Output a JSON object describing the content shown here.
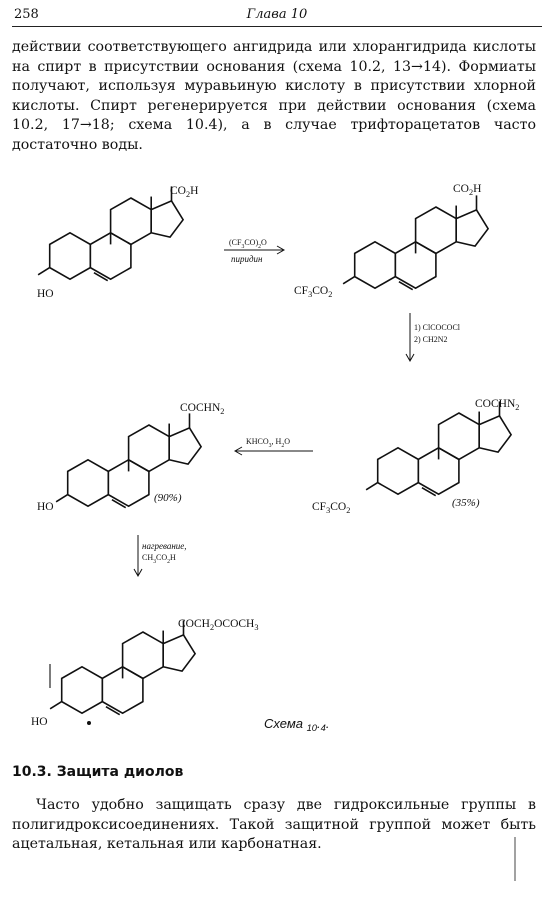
{
  "header": {
    "page_number": "258",
    "running_head": "Глава 10"
  },
  "paragraph1": "действии соответствующего ангидрида или хлорангидрида кислоты на спирт в присутствии основания (схема 10.2, 13→14). Формиаты получают, используя муравьиную кислоту в присутствии хлорной кислоты. Спирт регенерируется при действии основания (схема 10.2, 17→18; схема 10.4), а в случае трифторацетатов часто достаточно воды.",
  "scheme": {
    "caption": "Схема 10.4.",
    "molecules": [
      {
        "substituent_top": "CO2H",
        "substituent_left": "HO"
      },
      {
        "substituent_top": "CO2H",
        "substituent_left": "CF3CO2"
      },
      {
        "substituent_top": "COCHN2",
        "substituent_left": "CF3CO2",
        "yield": "(35%)"
      },
      {
        "substituent_top": "COCHN2",
        "substituent_left": "HO",
        "yield": "(90%)"
      },
      {
        "substituent_top": "COCH2OCOCH3",
        "substituent_left": "HO"
      }
    ],
    "arrows": [
      {
        "reagent_above": "(CF3CO)2O",
        "reagent_below": "пиридин"
      },
      {
        "step1": "1) ClCOCOCl",
        "step2": "2) CH2N2"
      },
      {
        "reagent_above": "KHCO3, H2O"
      },
      {
        "line1": "нагревание,",
        "line2": "CH3CO2H"
      }
    ]
  },
  "section": {
    "title": "10.3. Защита диолов"
  },
  "paragraph2": "Часто удобно защищать сразу две гидроксильные группы в полигидроксисоединениях. Такой защитной группой может быть ацетальная, кетальная или карбонатная."
}
